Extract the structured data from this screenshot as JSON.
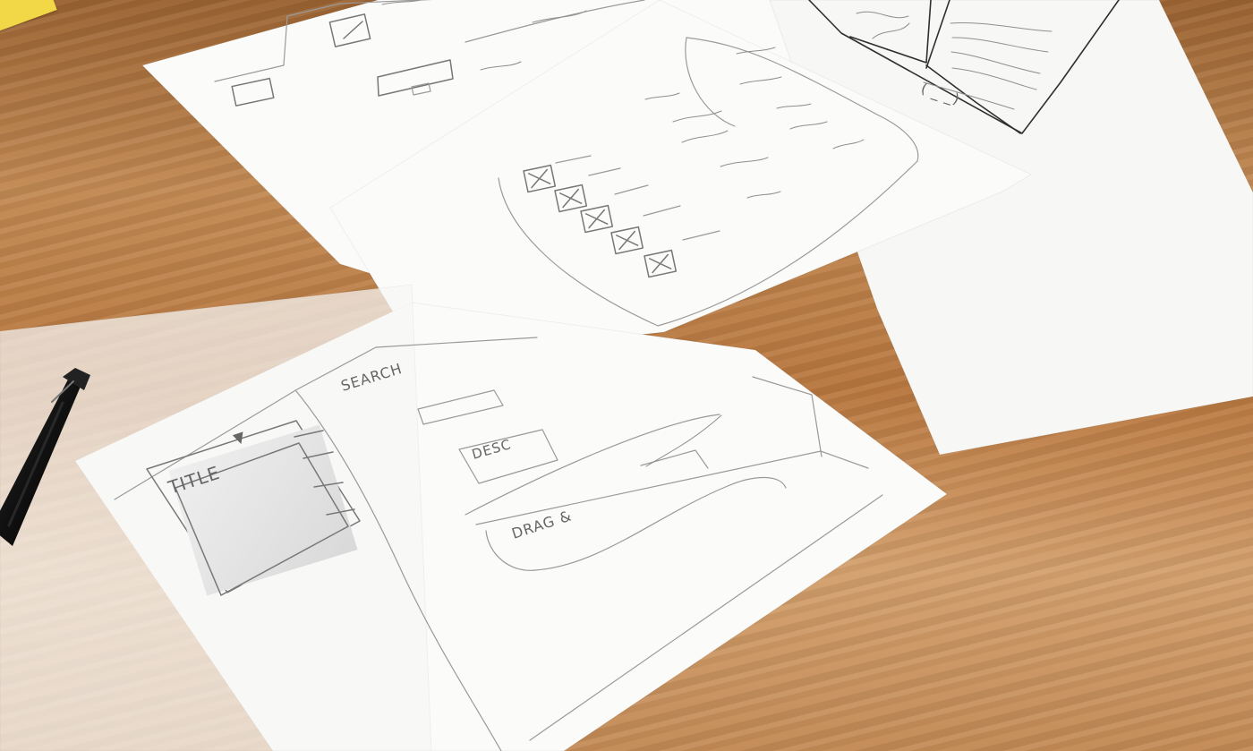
{
  "sketch_labels": {
    "title_label": "TITLE",
    "search_label": "SEARCH",
    "drag_label": "DRAG &",
    "desc_label": "DESC"
  }
}
